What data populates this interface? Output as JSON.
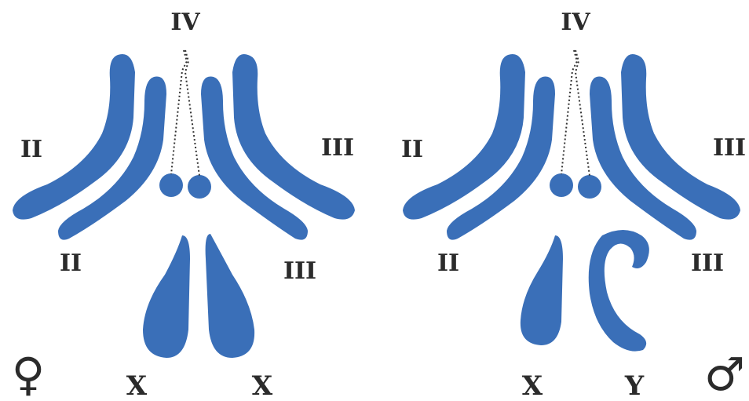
{
  "colors": {
    "chromosome": "#3a6fb8",
    "label": "#2b2b2b",
    "background": "#ffffff"
  },
  "female": {
    "label_iv": "IV",
    "label_ii_top": "II",
    "label_iii_top": "III",
    "label_ii_bottom": "II",
    "label_iii_bottom": "III",
    "label_sex_left": "X",
    "label_sex_right": "X",
    "symbol": "♀"
  },
  "male": {
    "label_iv": "IV",
    "label_ii_top": "II",
    "label_iii_top": "III",
    "label_ii_bottom": "II",
    "label_iii_bottom": "III",
    "label_sex_left": "X",
    "label_sex_right": "Y",
    "symbol": "♂"
  }
}
